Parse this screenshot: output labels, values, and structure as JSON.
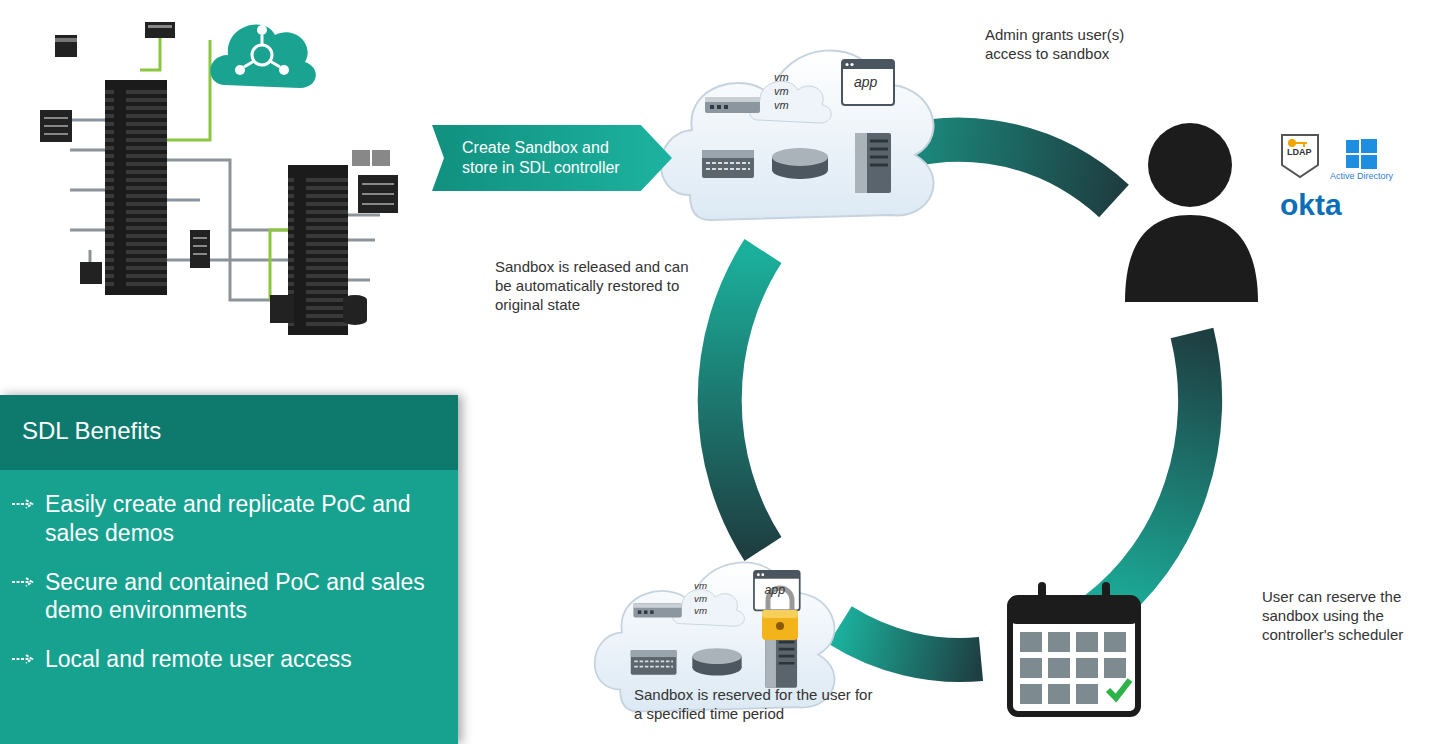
{
  "diagram": {
    "nodes": [
      {
        "text": [
          "Create Sandbox and store in SDL controller"
        ]
      },
      {
        "text": [
          "SDL Benefits",
          "Easily create and replicate PoC and sales demos",
          "Secure and contained PoC and sales demo environments",
          "Local and remote user access"
        ]
      }
    ],
    "labels": [
      "Admin grants user(s) access to sandbox",
      "Sandbox is released and can be automatically restored to original state",
      "User can reserve the sandbox using the controller's scheduler",
      "Sandbox is reserved for the user for a specified time period",
      "vm",
      "vm",
      "vm",
      "app",
      "vm",
      "vm",
      "vm",
      "app",
      "LDAP",
      "Active Directory",
      "okta"
    ]
  }
}
